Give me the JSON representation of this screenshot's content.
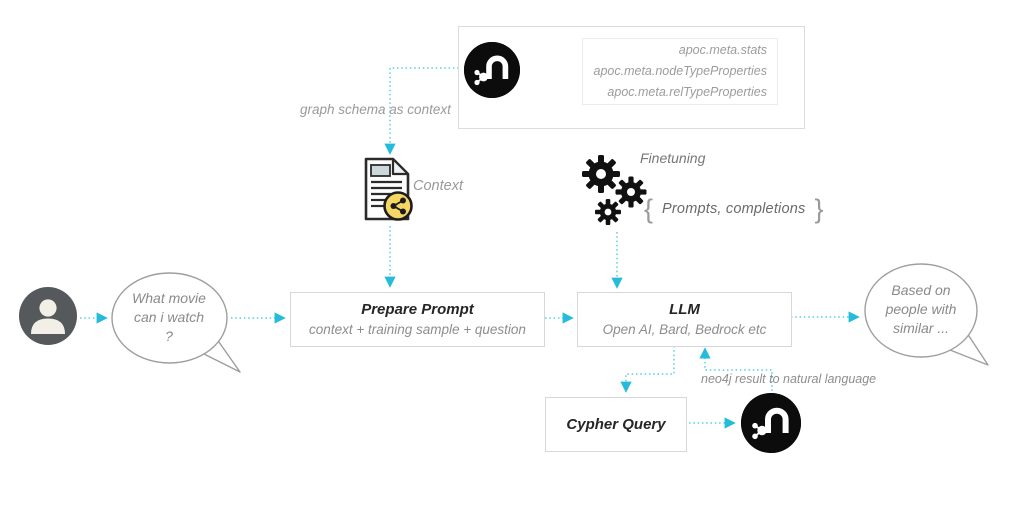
{
  "colors": {
    "accent_cyan": "#55cde5",
    "arrowhead_cyan": "#25bcdc",
    "node_border": "#d7d7d7",
    "dark_text": "#262626",
    "gray_text": "#8d8d8d",
    "neo4j_black": "#0c0c0c",
    "badge_yellow": "#f6d765",
    "person_gray": "#55595b"
  },
  "apoc_panel": {
    "lines": [
      "apoc.meta.stats",
      "apoc.meta.nodeTypeProperties",
      "apoc.meta.relTypeProperties"
    ]
  },
  "labels": {
    "graph_schema": "graph schema as context",
    "context": "Context",
    "finetuning": "Finetuning",
    "brace_open": "{",
    "prompts_completions": "Prompts, completions",
    "brace_close": "}",
    "neo4j_result": "neo4j result to natural language"
  },
  "nodes": {
    "prepare_prompt": {
      "title": "Prepare Prompt",
      "subtitle": "context + training sample + question"
    },
    "llm": {
      "title": "LLM",
      "subtitle": "Open AI, Bard, Bedrock etc"
    },
    "cypher_query": {
      "title": "Cypher Query"
    }
  },
  "bubbles": {
    "question": {
      "line1": "What movie",
      "line2": "can i watch",
      "line3": "?"
    },
    "answer": {
      "line1": "Based on",
      "line2": "people with",
      "line3": "similar ..."
    }
  },
  "icons": {
    "user": "user-avatar-icon",
    "neo4j": "neo4j-logo-icon",
    "document": "document-share-icon",
    "gears": "gears-icon"
  }
}
